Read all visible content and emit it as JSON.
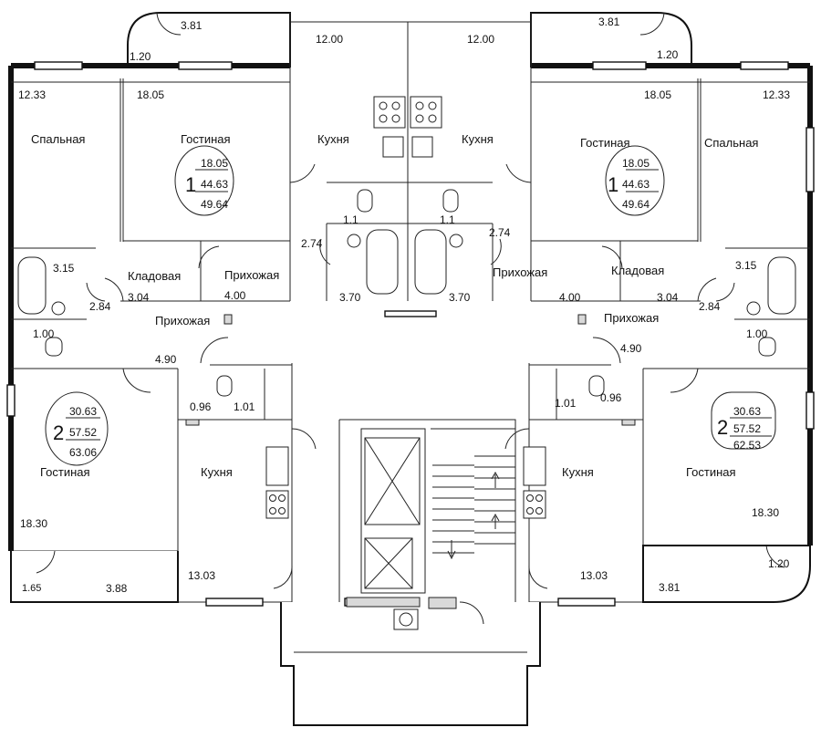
{
  "plan": {
    "rooms": {
      "kitchen": "Кухня",
      "living": "Гостиная",
      "bedroom": "Спальная",
      "storage": "Кладовая",
      "hall": "Прихожая"
    },
    "apartments": [
      {
        "rooms": "1",
        "living": "18.05",
        "useful": "44.63",
        "total": "49.64"
      },
      {
        "rooms": "1",
        "living": "18.05",
        "useful": "44.63",
        "total": "49.64"
      },
      {
        "rooms": "2",
        "living": "30.63",
        "useful": "57.52",
        "total": "63.06"
      },
      {
        "rooms": "2",
        "living": "30.63",
        "useful": "57.52",
        "total": "62.53"
      }
    ],
    "areas": {
      "balcony_tl": "3.81",
      "balcony_tl_small": "1.20",
      "balcony_tr": "3.81",
      "balcony_tr_small": "1.20",
      "bedroom_l": "12.33",
      "bedroom_r": "12.33",
      "living_1l": "18.05",
      "living_1r": "18.05",
      "kitchen_tl": "12.00",
      "kitchen_tr": "12.00",
      "bath_l_small": "1.1",
      "bath_r_small": "1.1",
      "hall_small_l": "2.74",
      "hall_small_r": "2.74",
      "bath_l": "3.70",
      "bath_r": "3.70",
      "hall_1l": "4.00",
      "hall_1r": "4.00",
      "storage_l": "3.04",
      "storage_r": "3.04",
      "bath_ll": "3.15",
      "bath_rr": "3.15",
      "corr_ll": "2.84",
      "corr_rr": "2.84",
      "wc_ll": "1.00",
      "wc_rr": "1.00",
      "hall_2l": "4.90",
      "hall_2r": "4.90",
      "wc2_l_a": "0.96",
      "wc2_l_b": "1.01",
      "wc2_r_a": "1.01",
      "wc2_r_b": "0.96",
      "living_2l": "18.30",
      "living_2r": "18.30",
      "kitchen_bl": "13.03",
      "kitchen_br": "13.03",
      "balcony_bl_small": "1.65",
      "balcony_bl": "3.88",
      "balcony_br_small": "1.20",
      "balcony_br": "3.81"
    }
  }
}
